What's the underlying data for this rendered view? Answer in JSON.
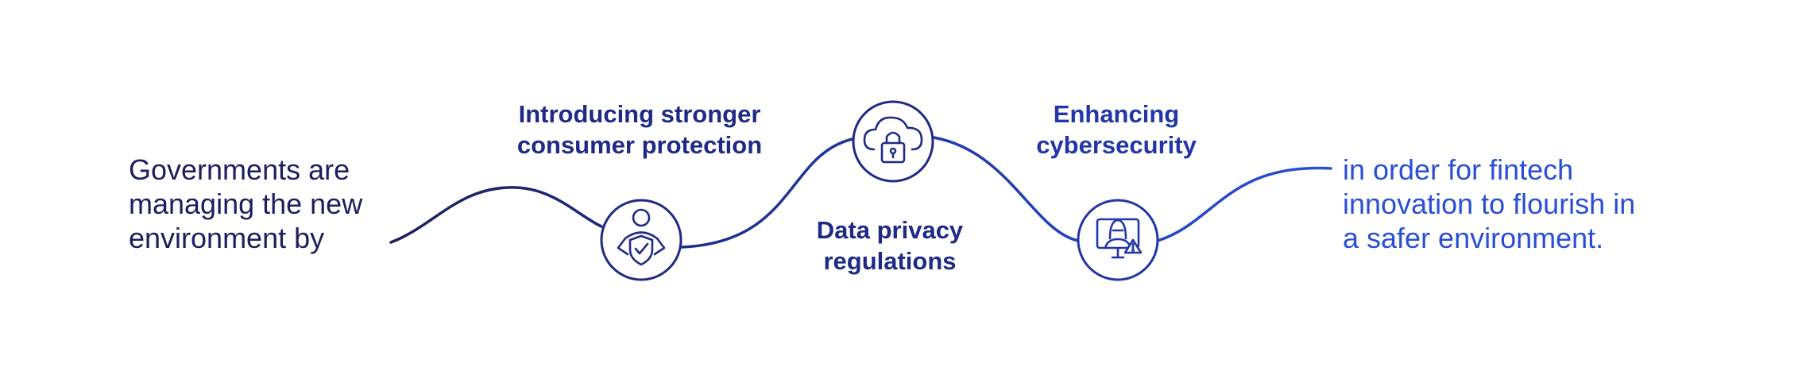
{
  "intro": {
    "lines": [
      "Governments are",
      "managing the new",
      "environment by"
    ]
  },
  "steps": [
    {
      "lines": [
        "Introducing stronger",
        "consumer protection"
      ],
      "icon": "shield-check-user-icon"
    },
    {
      "lines": [
        "Data privacy",
        "regulations"
      ],
      "icon": "cloud-lock-icon"
    },
    {
      "lines": [
        "Enhancing",
        "cybersecurity"
      ],
      "icon": "hacker-alert-monitor-icon"
    }
  ],
  "outcome": {
    "lines": [
      "in order for fintech",
      "innovation to flourish in",
      "a safer environment."
    ]
  },
  "colors": {
    "dark_navy": "#1c1f5e",
    "navy": "#1f2a86",
    "royal_blue": "#2236a8",
    "bright_blue": "#2a4fd6"
  }
}
